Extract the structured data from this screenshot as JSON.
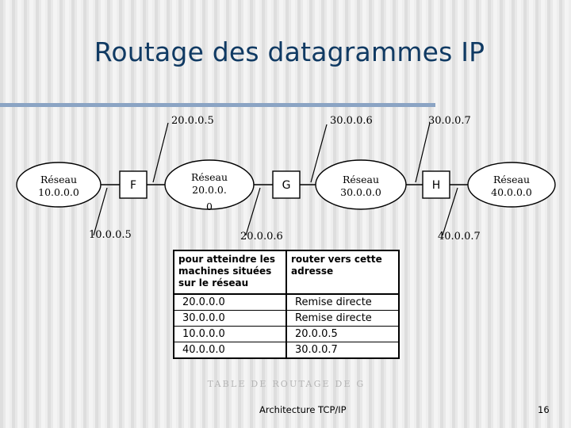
{
  "slide": {
    "title": "Routage des datagrammes IP",
    "title_color": "#103a63",
    "rule_color": "#8ba4c4",
    "background_stripe_light": "#f4f4f4",
    "background_stripe_dark": "#dedede"
  },
  "diagram": {
    "networks": [
      {
        "id": "net-10",
        "line1": "Réseau",
        "line2": "10.0.0.0",
        "line3": ""
      },
      {
        "id": "net-20",
        "line1": "Réseau",
        "line2": "20.0.0.",
        "line3": "0"
      },
      {
        "id": "net-30",
        "line1": "Réseau",
        "line2": "30.0.0.0",
        "line3": ""
      },
      {
        "id": "net-40",
        "line1": "Réseau",
        "line2": "40.0.0.0",
        "line3": ""
      }
    ],
    "routers": [
      {
        "id": "router-f",
        "label": "F"
      },
      {
        "id": "router-g",
        "label": "G"
      },
      {
        "id": "router-h",
        "label": "H"
      }
    ],
    "interfaces_top": [
      {
        "id": "iface-20-0-0-5",
        "label": "20.0.0.5"
      },
      {
        "id": "iface-30-0-0-6",
        "label": "30.0.0.6"
      },
      {
        "id": "iface-30-0-0-7",
        "label": "30.0.0.7"
      }
    ],
    "interfaces_bottom": [
      {
        "id": "iface-10-0-0-5",
        "label": "10.0.0.5"
      },
      {
        "id": "iface-20-0-0-6",
        "label": "20.0.0.6"
      },
      {
        "id": "iface-40-0-0-7",
        "label": "40.0.0.7"
      }
    ]
  },
  "routing_table": {
    "headers": {
      "destination": "pour atteindre les machines situées sur le réseau",
      "next_hop": "router vers cette adresse"
    },
    "rows": [
      {
        "destination": "20.0.0.0",
        "next_hop": "Remise directe"
      },
      {
        "destination": "30.0.0.0",
        "next_hop": "Remise directe"
      },
      {
        "destination": "10.0.0.0",
        "next_hop": "20.0.0.5"
      },
      {
        "destination": "40.0.0.0",
        "next_hop": "30.0.0.7"
      }
    ],
    "caption": "TABLE DE ROUTAGE DE G"
  },
  "footer": {
    "left": "Architecture TCP/IP",
    "page": "16"
  }
}
